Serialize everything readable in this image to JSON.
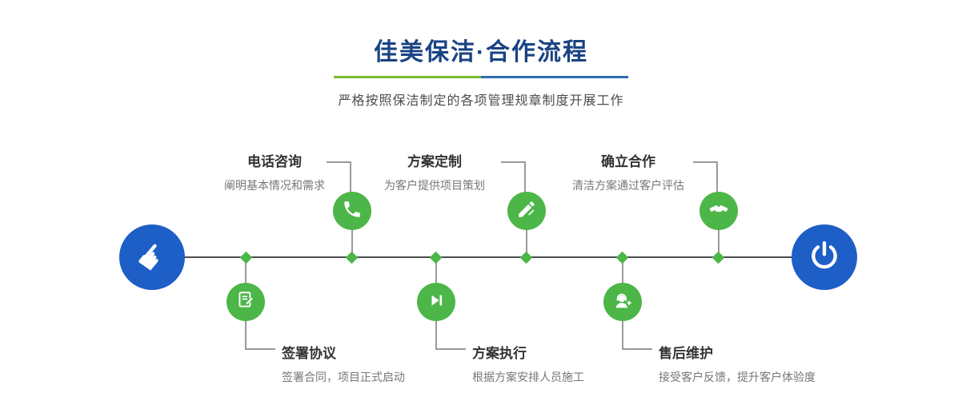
{
  "header": {
    "title": "佳美保洁·合作流程",
    "subtitle": "严格按照保洁制定的各项管理规章制度开展工作"
  },
  "timeline": {
    "start_icon": "hand-pointer-icon",
    "start_glyph": "☛",
    "end_icon": "power-icon"
  },
  "steps_top": [
    {
      "label": "电话咨询",
      "desc": "阐明基本情况和需求",
      "icon": "phone-icon"
    },
    {
      "label": "方案定制",
      "desc": "为客户提供项目策划",
      "icon": "pencil-ruler-icon"
    },
    {
      "label": "确立合作",
      "desc": "清洁方案通过客户评估",
      "icon": "handshake-icon"
    }
  ],
  "steps_bottom": [
    {
      "label": "签署协议",
      "desc": "签署合同，项目正式启动",
      "icon": "contract-icon"
    },
    {
      "label": "方案执行",
      "desc": "根据方案安排人员施工",
      "icon": "play-icon"
    },
    {
      "label": "售后维护",
      "desc": "接受客户反馈，提升客户体验度",
      "icon": "support-icon"
    }
  ],
  "colors": {
    "title_navy": "#1a4383",
    "accent_green": "#4cb648",
    "accent_blue": "#1d5ec7",
    "divider_green": "#7ab929",
    "divider_blue": "#2f6bb3",
    "line_gray": "#4a4a4a"
  }
}
